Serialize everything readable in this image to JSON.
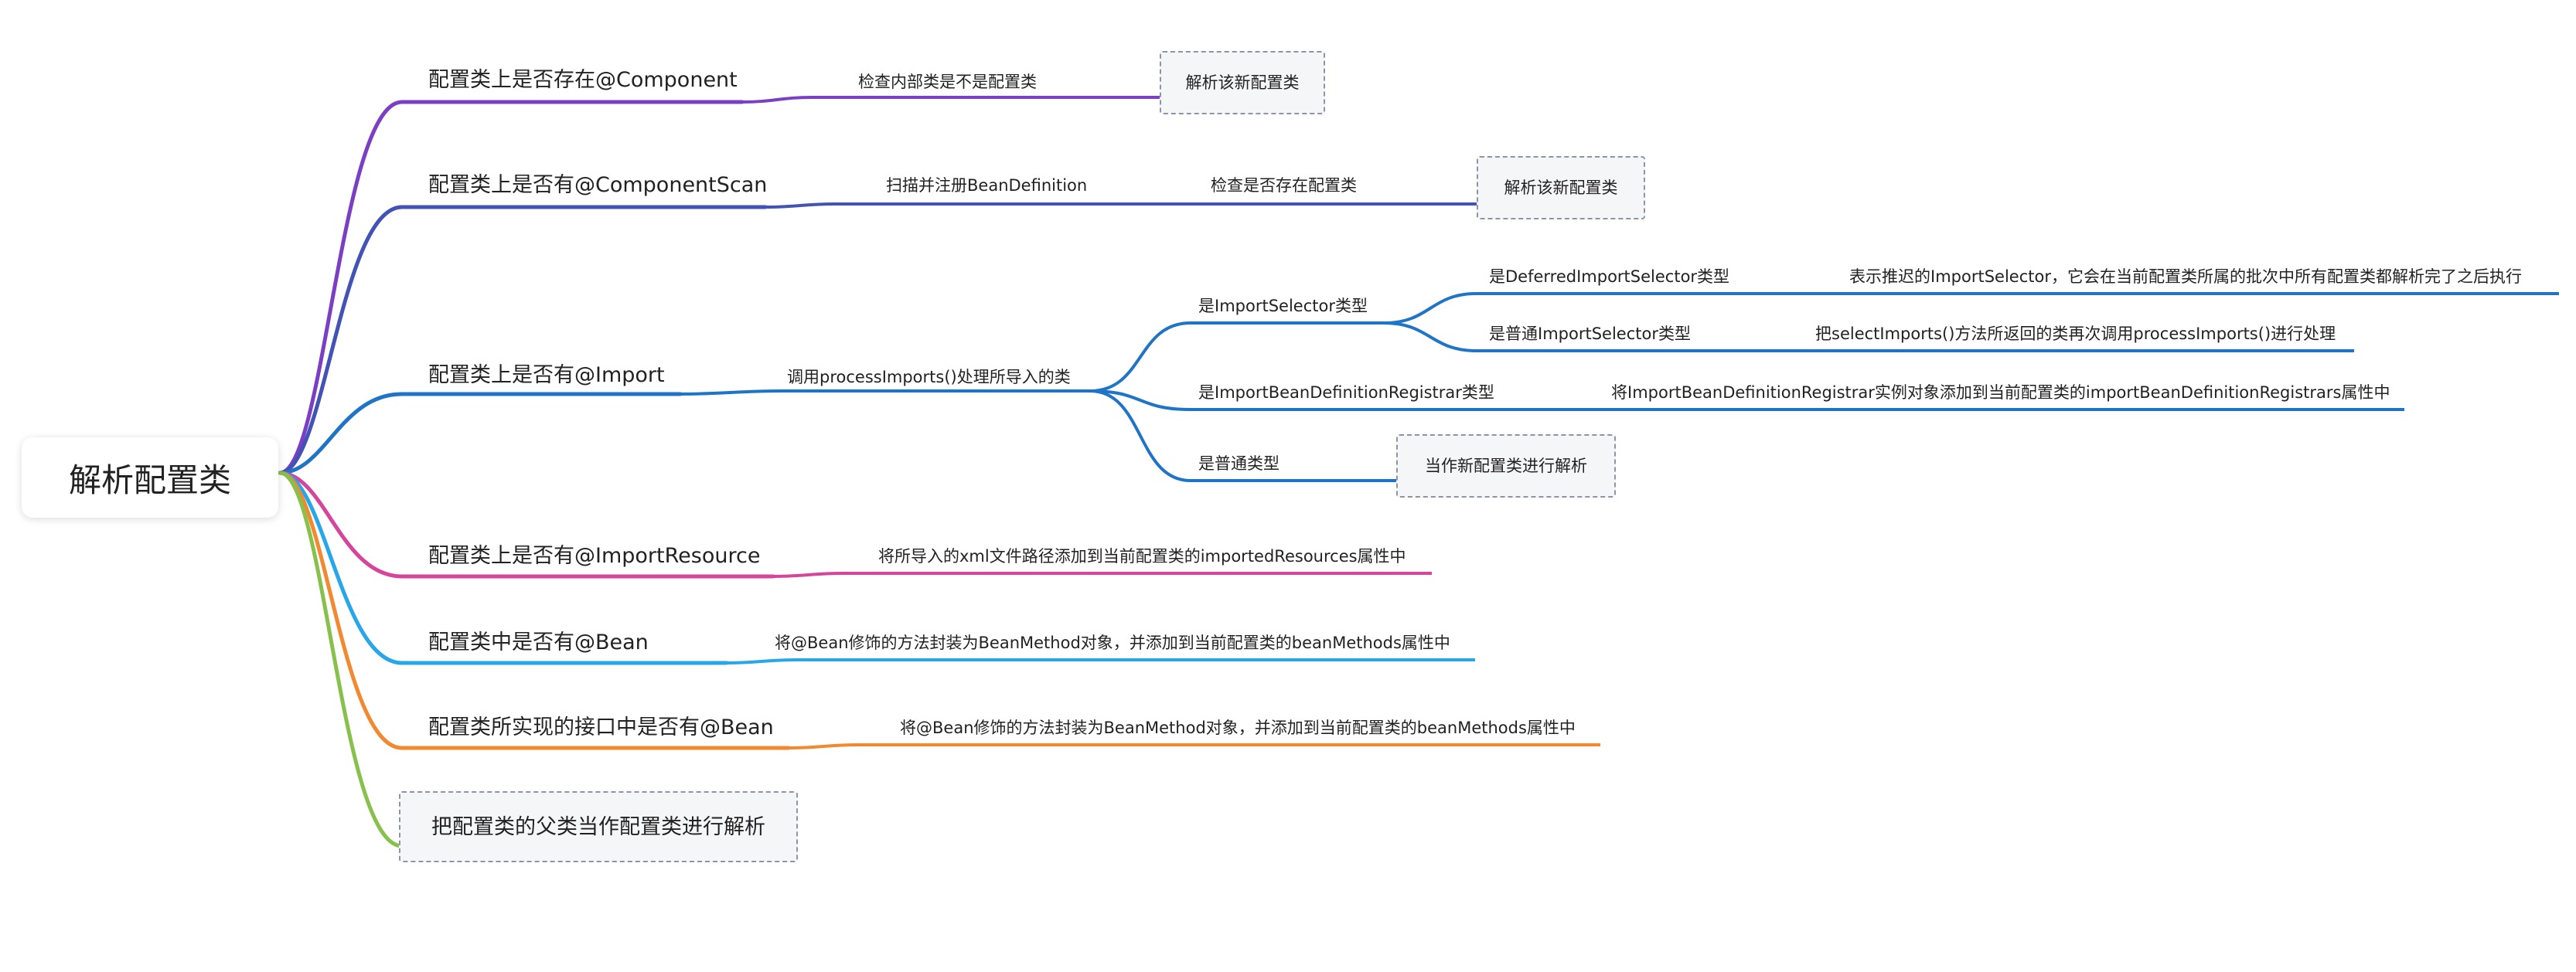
{
  "root": {
    "label": "解析配置类"
  },
  "colors": {
    "purple": "#7a3fc4",
    "indigo": "#4352b5",
    "blue": "#1f74c7",
    "pink": "#d6449b",
    "cyan": "#27a7ea",
    "orange": "#f2892f",
    "green": "#87c04a",
    "box_border": "#8f93a6",
    "box_fill": "#f5f6f8"
  },
  "branches": {
    "component": {
      "label": "配置类上是否存在@Component",
      "check_inner": "检查内部类是不是配置类",
      "parse_new": "解析该新配置类"
    },
    "componentscan": {
      "label": "配置类上是否有@ComponentScan",
      "scan_register": "扫描并注册BeanDefinition",
      "check_exists": "检查是否存在配置类",
      "parse_new": "解析该新配置类"
    },
    "import": {
      "label": "配置类上是否有@Import",
      "process": "调用processImports()处理所导入的类",
      "selector": "是ImportSelector类型",
      "deferred": "是DeferredImportSelector类型",
      "deferred_desc": "表示推迟的ImportSelector，它会在当前配置类所属的批次中所有配置类都解析完了之后执行",
      "normal_selector": "是普通ImportSelector类型",
      "normal_selector_desc": "把selectImports()方法所返回的类再次调用processImports()进行处理",
      "registrar": "是ImportBeanDefinitionRegistrar类型",
      "registrar_desc": "将ImportBeanDefinitionRegistrar实例对象添加到当前配置类的importBeanDefinitionRegistrars属性中",
      "normal": "是普通类型",
      "normal_desc": "当作新配置类进行解析"
    },
    "importresource": {
      "label": "配置类上是否有@ImportResource",
      "desc": "将所导入的xml文件路径添加到当前配置类的importedResources属性中"
    },
    "bean": {
      "label": "配置类中是否有@Bean",
      "desc": "将@Bean修饰的方法封装为BeanMethod对象，并添加到当前配置类的beanMethods属性中"
    },
    "interface_bean": {
      "label": "配置类所实现的接口中是否有@Bean",
      "desc": "将@Bean修饰的方法封装为BeanMethod对象，并添加到当前配置类的beanMethods属性中"
    },
    "superclass": {
      "label": "把配置类的父类当作配置类进行解析"
    }
  }
}
